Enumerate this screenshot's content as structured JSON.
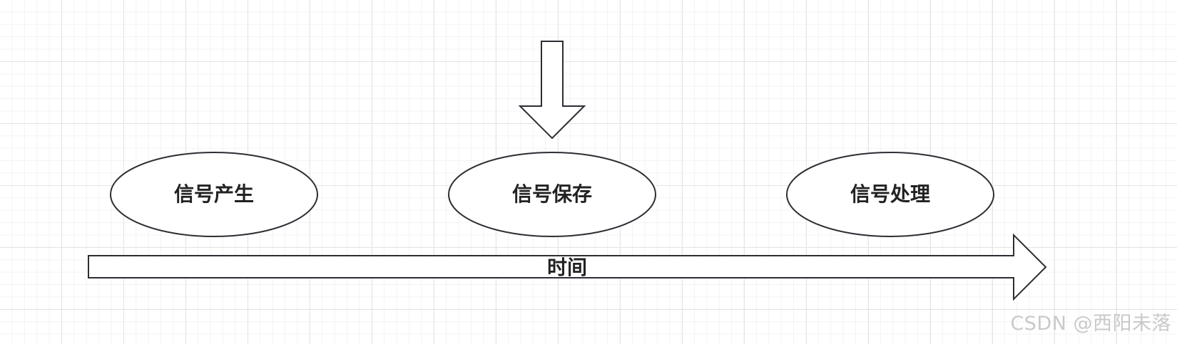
{
  "diagram": {
    "nodes": [
      {
        "id": "generate",
        "label": "信号产生"
      },
      {
        "id": "save",
        "label": "信号保存"
      },
      {
        "id": "process",
        "label": "信号处理"
      }
    ],
    "timeline_label": "时间",
    "pointer_target": "save"
  },
  "watermark": "CSDN @西阳未落",
  "colors": {
    "stroke": "#2b2e33",
    "fill": "#ffffff",
    "label": "#222222",
    "watermark": "#c9c9c9",
    "grid": "#e4e4e4"
  }
}
